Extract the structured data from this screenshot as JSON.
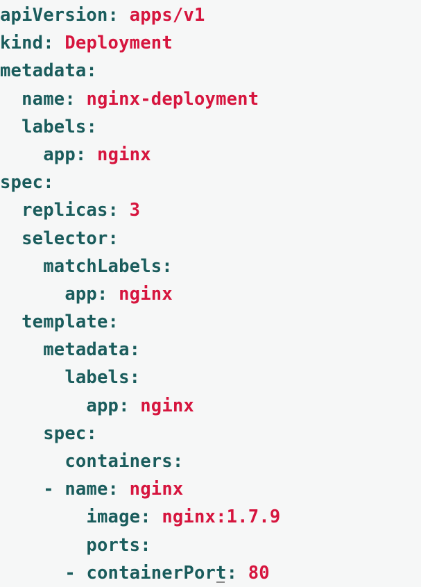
{
  "colors": {
    "background": "#f6f7f7",
    "key": "#1a5c5c",
    "value": "#d6153e"
  },
  "lines": [
    {
      "indent": 0,
      "dash": false,
      "key": "apiVersion",
      "value": "apps/v1"
    },
    {
      "indent": 0,
      "dash": false,
      "key": "kind",
      "value": "Deployment"
    },
    {
      "indent": 0,
      "dash": false,
      "key": "metadata",
      "value": ""
    },
    {
      "indent": 1,
      "dash": false,
      "key": "name",
      "value": "nginx-deployment"
    },
    {
      "indent": 1,
      "dash": false,
      "key": "labels",
      "value": ""
    },
    {
      "indent": 2,
      "dash": false,
      "key": "app",
      "value": "nginx"
    },
    {
      "indent": 0,
      "dash": false,
      "key": "spec",
      "value": ""
    },
    {
      "indent": 1,
      "dash": false,
      "key": "replicas",
      "value": "3"
    },
    {
      "indent": 1,
      "dash": false,
      "key": "selector",
      "value": ""
    },
    {
      "indent": 2,
      "dash": false,
      "key": "matchLabels",
      "value": ""
    },
    {
      "indent": 3,
      "dash": false,
      "key": "app",
      "value": "nginx"
    },
    {
      "indent": 1,
      "dash": false,
      "key": "template",
      "value": ""
    },
    {
      "indent": 2,
      "dash": false,
      "key": "metadata",
      "value": ""
    },
    {
      "indent": 3,
      "dash": false,
      "key": "labels",
      "value": ""
    },
    {
      "indent": 4,
      "dash": false,
      "key": "app",
      "value": "nginx"
    },
    {
      "indent": 2,
      "dash": false,
      "key": "spec",
      "value": ""
    },
    {
      "indent": 3,
      "dash": false,
      "key": "containers",
      "value": ""
    },
    {
      "indent": 3,
      "dash": true,
      "key": "name",
      "value": "nginx"
    },
    {
      "indent": 4,
      "dash": false,
      "key": "image",
      "value": "nginx:1.7.9"
    },
    {
      "indent": 4,
      "dash": false,
      "key": "ports",
      "value": ""
    },
    {
      "indent": 4,
      "dash": true,
      "key": "containerPort",
      "value": "80"
    }
  ]
}
